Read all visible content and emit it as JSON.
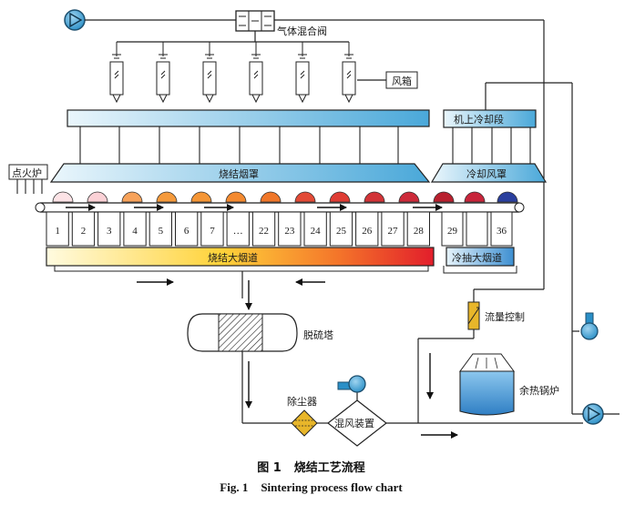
{
  "labels": {
    "gas_mixing_valve": "气体混合阀",
    "wind_box": "风箱",
    "machine_cooling": "机上冷却段",
    "sinter_hood": "烧结烟罩",
    "cooling_hood": "冷却风罩",
    "ignition_furnace": "点火炉",
    "sinter_flue": "烧结大烟道",
    "cooling_flue": "冷抽大烟道",
    "flow_control": "流量控制",
    "desulfurization_tower": "脱硫塔",
    "dust_collector": "除尘器",
    "air_mixer": "混风装置",
    "waste_heat_boiler": "余热锅炉"
  },
  "bellows": [
    "1",
    "2",
    "3",
    "4",
    "5",
    "6",
    "7",
    "…",
    "22",
    "23",
    "24",
    "25",
    "26",
    "27",
    "28"
  ],
  "cooling_bellows": [
    "29",
    "",
    "36"
  ],
  "caption": {
    "fig_cn": "图 1",
    "title_cn": "烧结工艺流程",
    "fig_en": "Fig. 1",
    "title_en": "Sintering process flow chart"
  },
  "colors": {
    "blue_light": "#dff1fb",
    "blue_mid": "#5fb4df",
    "pump": "#3b9fd0",
    "flue_yellow": "#fde77a",
    "flue_red": "#e21e2b",
    "dust_yellow": "#e8b62a",
    "boiler": "#3d8fd1"
  }
}
